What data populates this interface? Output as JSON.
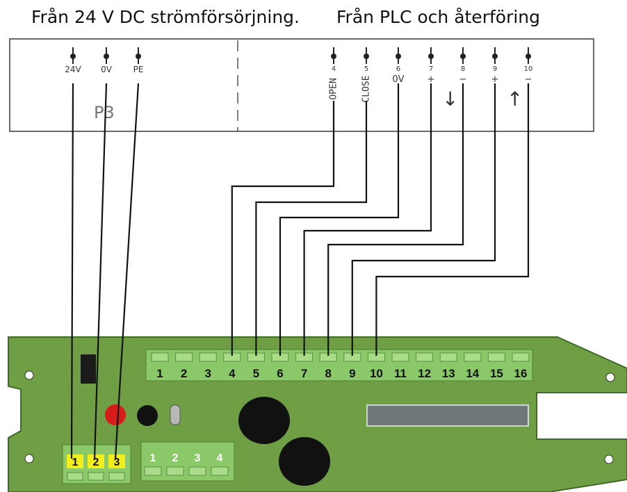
{
  "captions": {
    "power": "Från 24 V DC strömförsörjning.",
    "plc": "Från PLC och återföring"
  },
  "panel": {
    "label": "P3",
    "power_terminals": [
      {
        "num": "",
        "label": "24V"
      },
      {
        "num": "",
        "label": "0V"
      },
      {
        "num": "",
        "label": "PE"
      }
    ],
    "signal_terminals": [
      {
        "num": "4",
        "label": "OPEN"
      },
      {
        "num": "5",
        "label": "CLOSE"
      },
      {
        "num": "6",
        "label": "0V"
      },
      {
        "num": "7",
        "label": "+"
      },
      {
        "num": "8",
        "label": "−"
      },
      {
        "num": "9",
        "label": "+"
      },
      {
        "num": "10",
        "label": "−"
      }
    ],
    "arrows": [
      "↓",
      "↑"
    ]
  },
  "board": {
    "top_strip": [
      "1",
      "2",
      "3",
      "4",
      "5",
      "6",
      "7",
      "8",
      "9",
      "10",
      "11",
      "12",
      "13",
      "14",
      "15",
      "16"
    ],
    "power_block": [
      "1",
      "2",
      "3"
    ],
    "aux_block": [
      "1",
      "2",
      "3",
      "4"
    ]
  },
  "colors": {
    "board": "#6f9e45",
    "board_edge": "#3f6a27",
    "strip": "#8bc86a",
    "strip_pin": "#a8dc87",
    "yellow": "#f2ee1e",
    "wire": "#111111",
    "knob": "#111111",
    "led_red": "#d81c1c",
    "display": "#6f7778"
  }
}
